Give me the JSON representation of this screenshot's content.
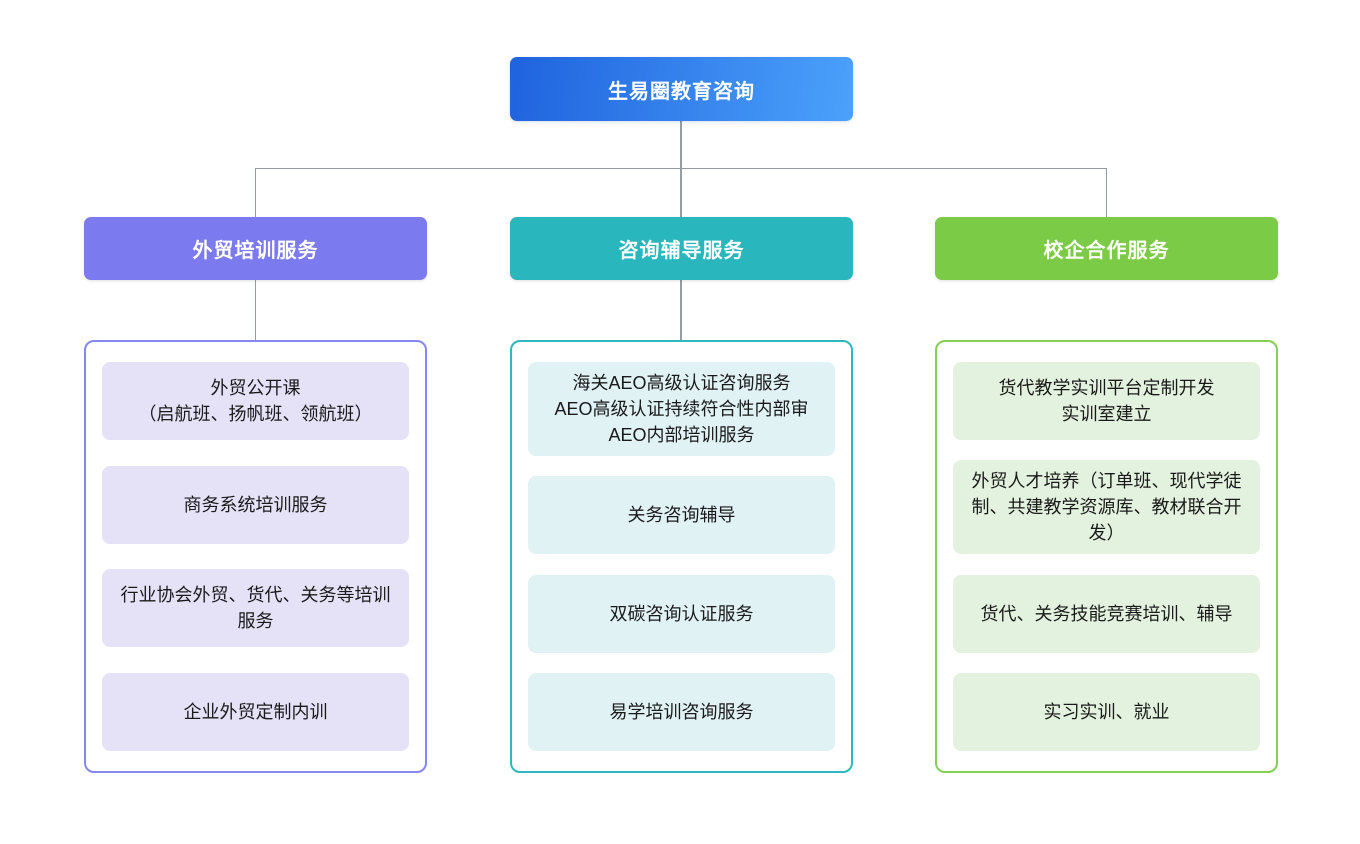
{
  "root": {
    "label": "生易圈教育咨询",
    "gradient_start": "#1f63de",
    "gradient_end": "#4ba1fb"
  },
  "connector_color": "#949ca4",
  "branches": [
    {
      "label": "外贸培训服务",
      "theme": {
        "header_bg": "#7b7bef",
        "container_border": "#8787f1",
        "item_bg": "#e5e2f8"
      },
      "items": [
        "外贸公开课\n（启航班、扬帆班、领航班）",
        "商务系统培训服务",
        "行业协会外贸、货代、关务等培训服务",
        "企业外贸定制内训"
      ]
    },
    {
      "label": "咨询辅导服务",
      "theme": {
        "header_bg": "#29b6bd",
        "container_border": "#2eb8bf",
        "item_bg": "#e0f2f4"
      },
      "items": [
        "海关AEO高级认证咨询服务\nAEO高级认证持续符合性内部审\nAEO内部培训服务",
        "关务咨询辅导",
        "双碳咨询认证服务",
        "易学培训咨询服务"
      ]
    },
    {
      "label": "校企合作服务",
      "theme": {
        "header_bg": "#7ccb47",
        "container_border": "#85d054",
        "item_bg": "#e3f2de"
      },
      "items": [
        "货代教学实训平台定制开发\n实训室建立",
        "外贸人才培养（订单班、现代学徒制、共建教学资源库、教材联合开发）",
        "货代、关务技能竞赛培训、辅导",
        "实习实训、就业"
      ]
    }
  ]
}
